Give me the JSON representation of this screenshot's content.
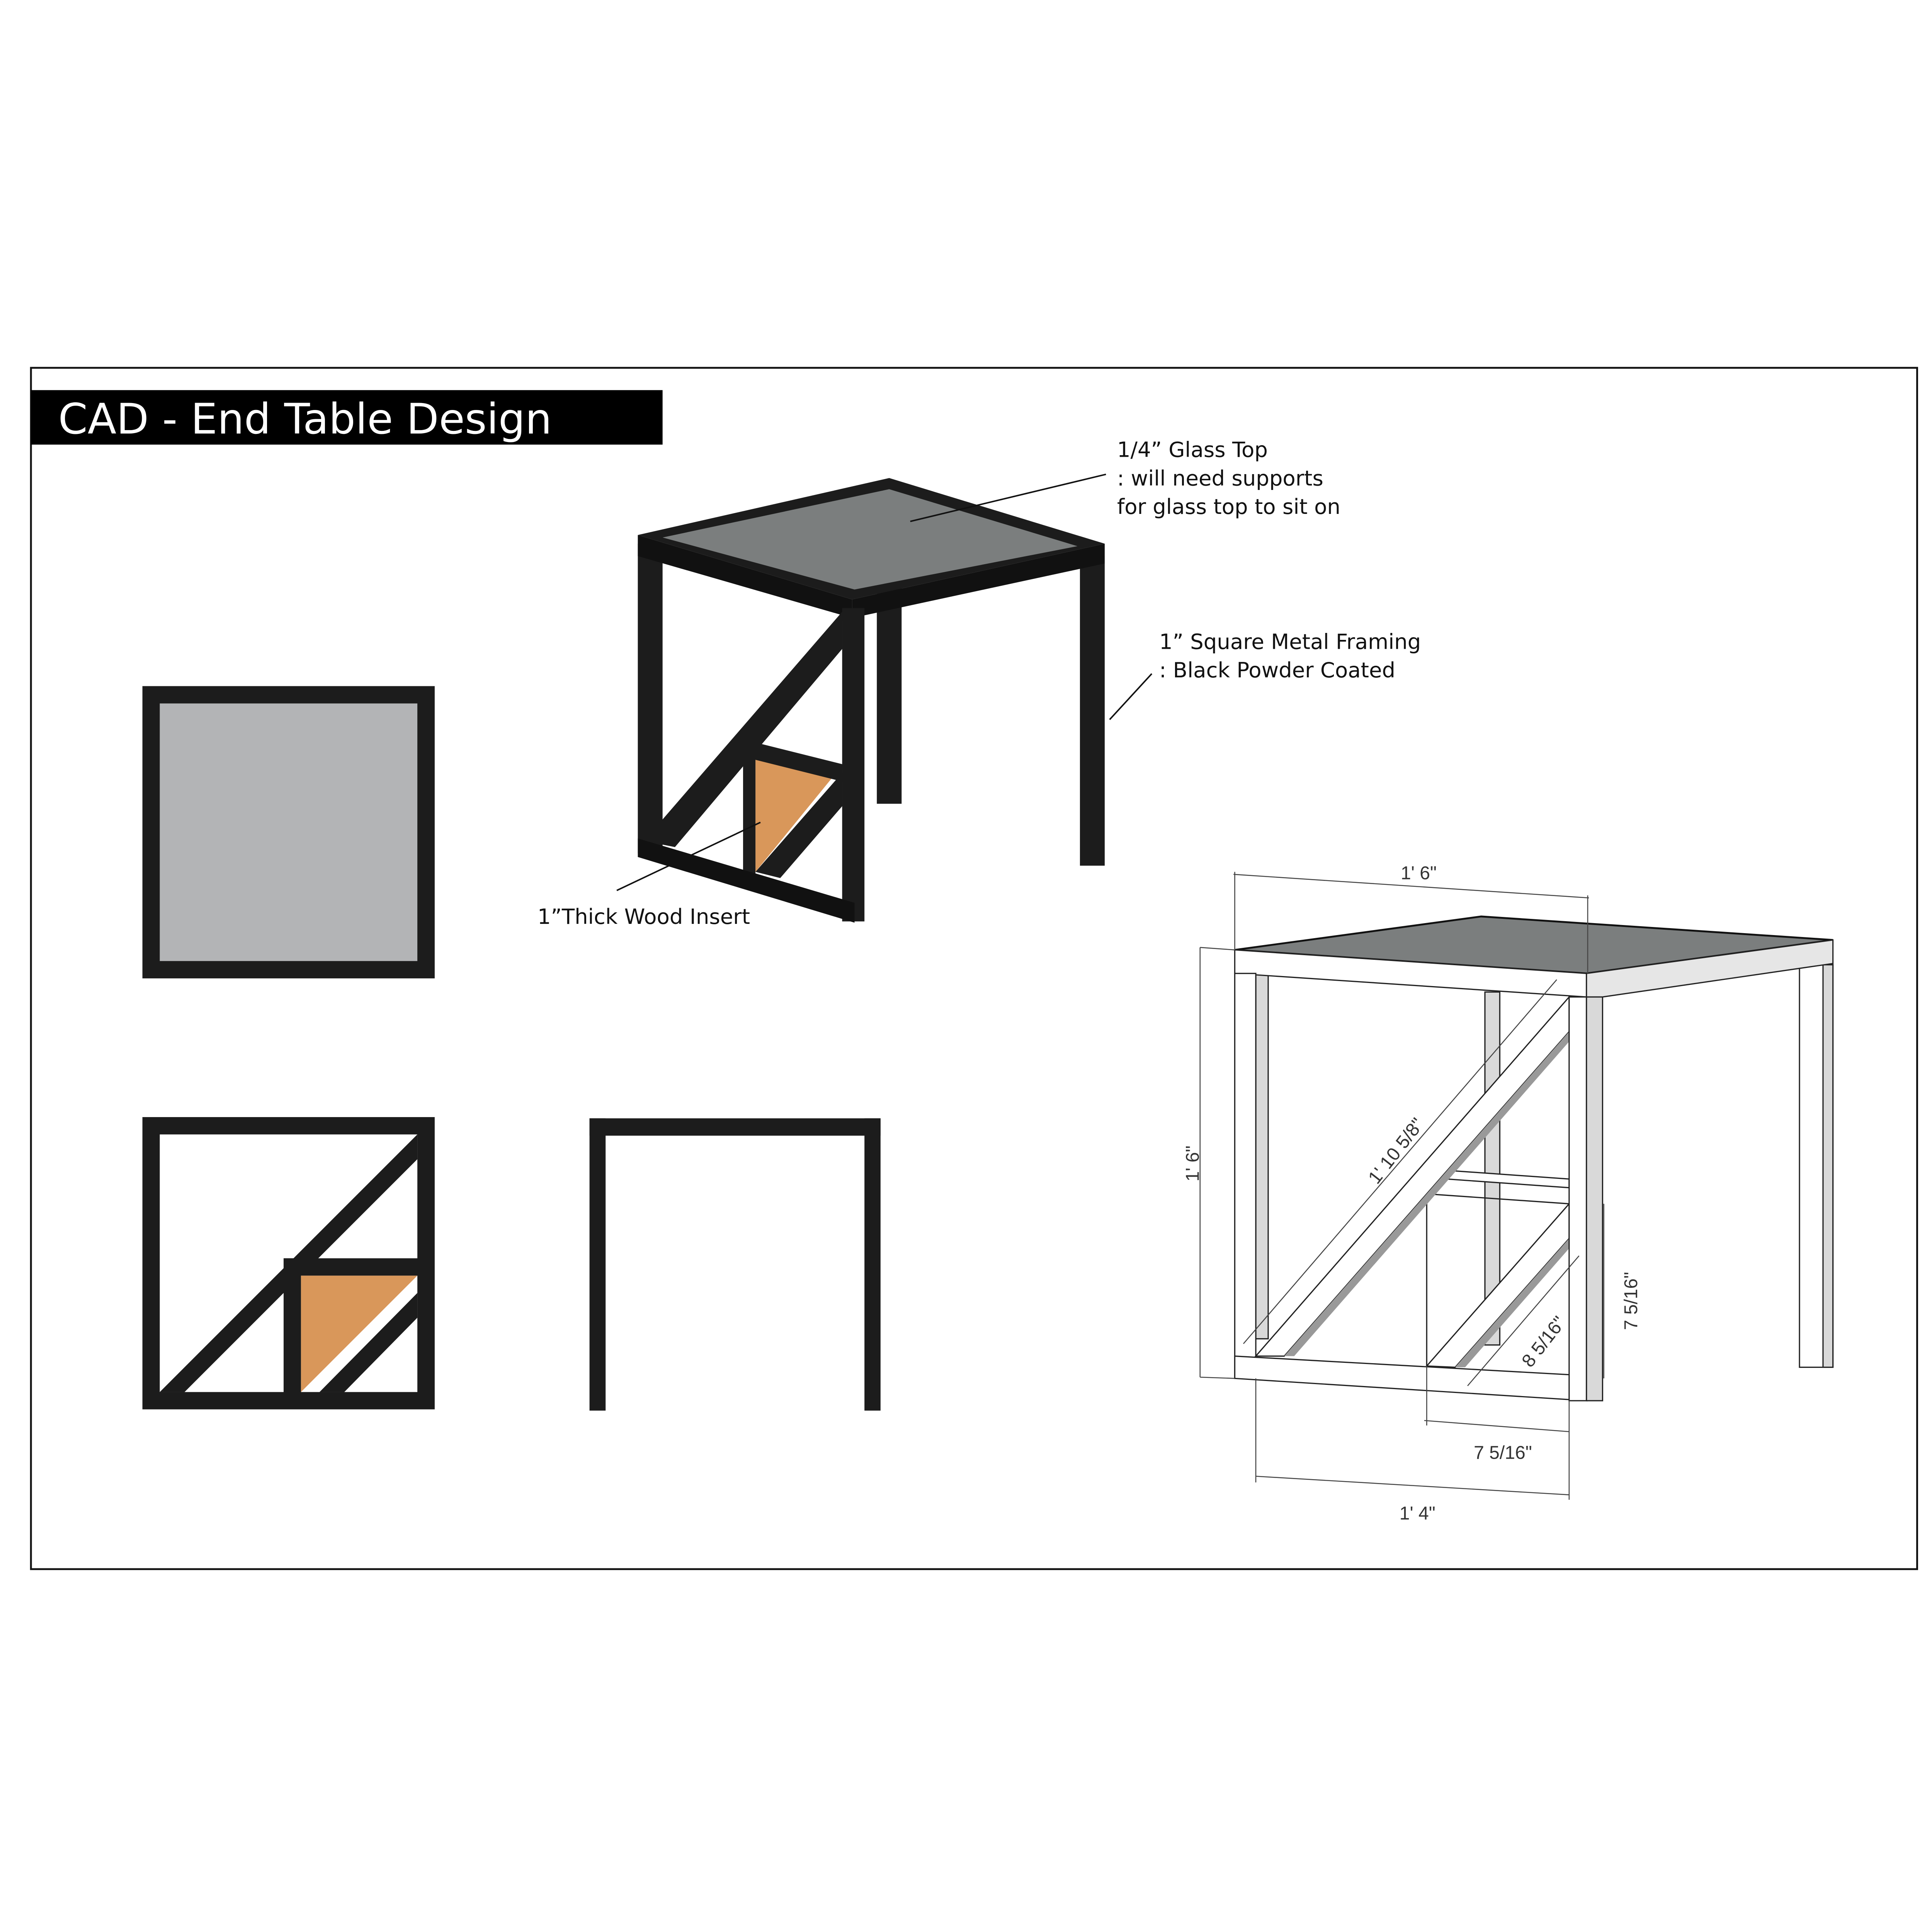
{
  "title": "CAD - End Table Design",
  "callouts": {
    "glass_top": [
      "1/4” Glass Top",
      ": will need supports",
      "for glass top to sit on"
    ],
    "framing": [
      "1” Square Metal Framing",
      ": Black Powder Coated"
    ],
    "wood_insert": "1”Thick Wood Insert"
  },
  "dimensions": {
    "top_width": "1' 6\"",
    "height": "1' 6\"",
    "diagonal": "1' 10 5/8\"",
    "shelf_height": "7 5/16\"",
    "short_diagonal": "8 5/16\"",
    "shelf_width": "7 5/16\"",
    "bottom_width": "1' 4\""
  },
  "colors": {
    "frame": "#1c1c1c",
    "glass": "#7b7e7e",
    "top_view_glass": "#b3b4b6",
    "wood": "#d9975a",
    "rendered_shade": "#d9d9d9"
  }
}
